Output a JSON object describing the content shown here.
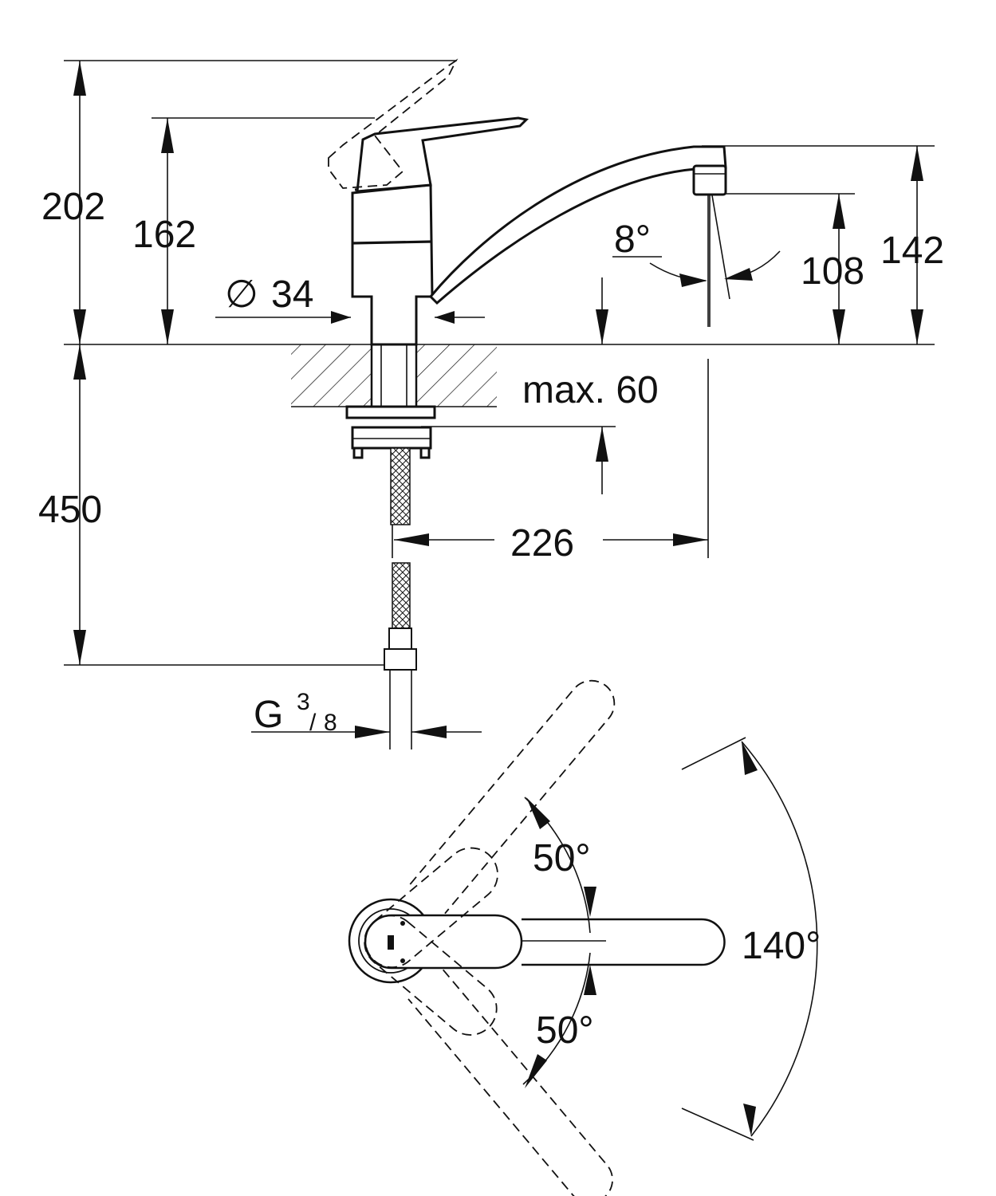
{
  "labels": {
    "height_total": "202",
    "height_lever": "162",
    "diameter_symbol": "∅",
    "diameter_value": "34",
    "spout_angle": "8°",
    "height_aerator": "108",
    "height_spout": "142",
    "max_thickness": "max. 60",
    "hose_length": "450",
    "spout_reach": "226",
    "thread_letter": "G",
    "thread_num": "3",
    "thread_den": "8",
    "swing_left": "50°",
    "swing_right": "50°",
    "swing_total": "140°"
  },
  "colors": {
    "line": "#111111",
    "background": "#ffffff"
  }
}
